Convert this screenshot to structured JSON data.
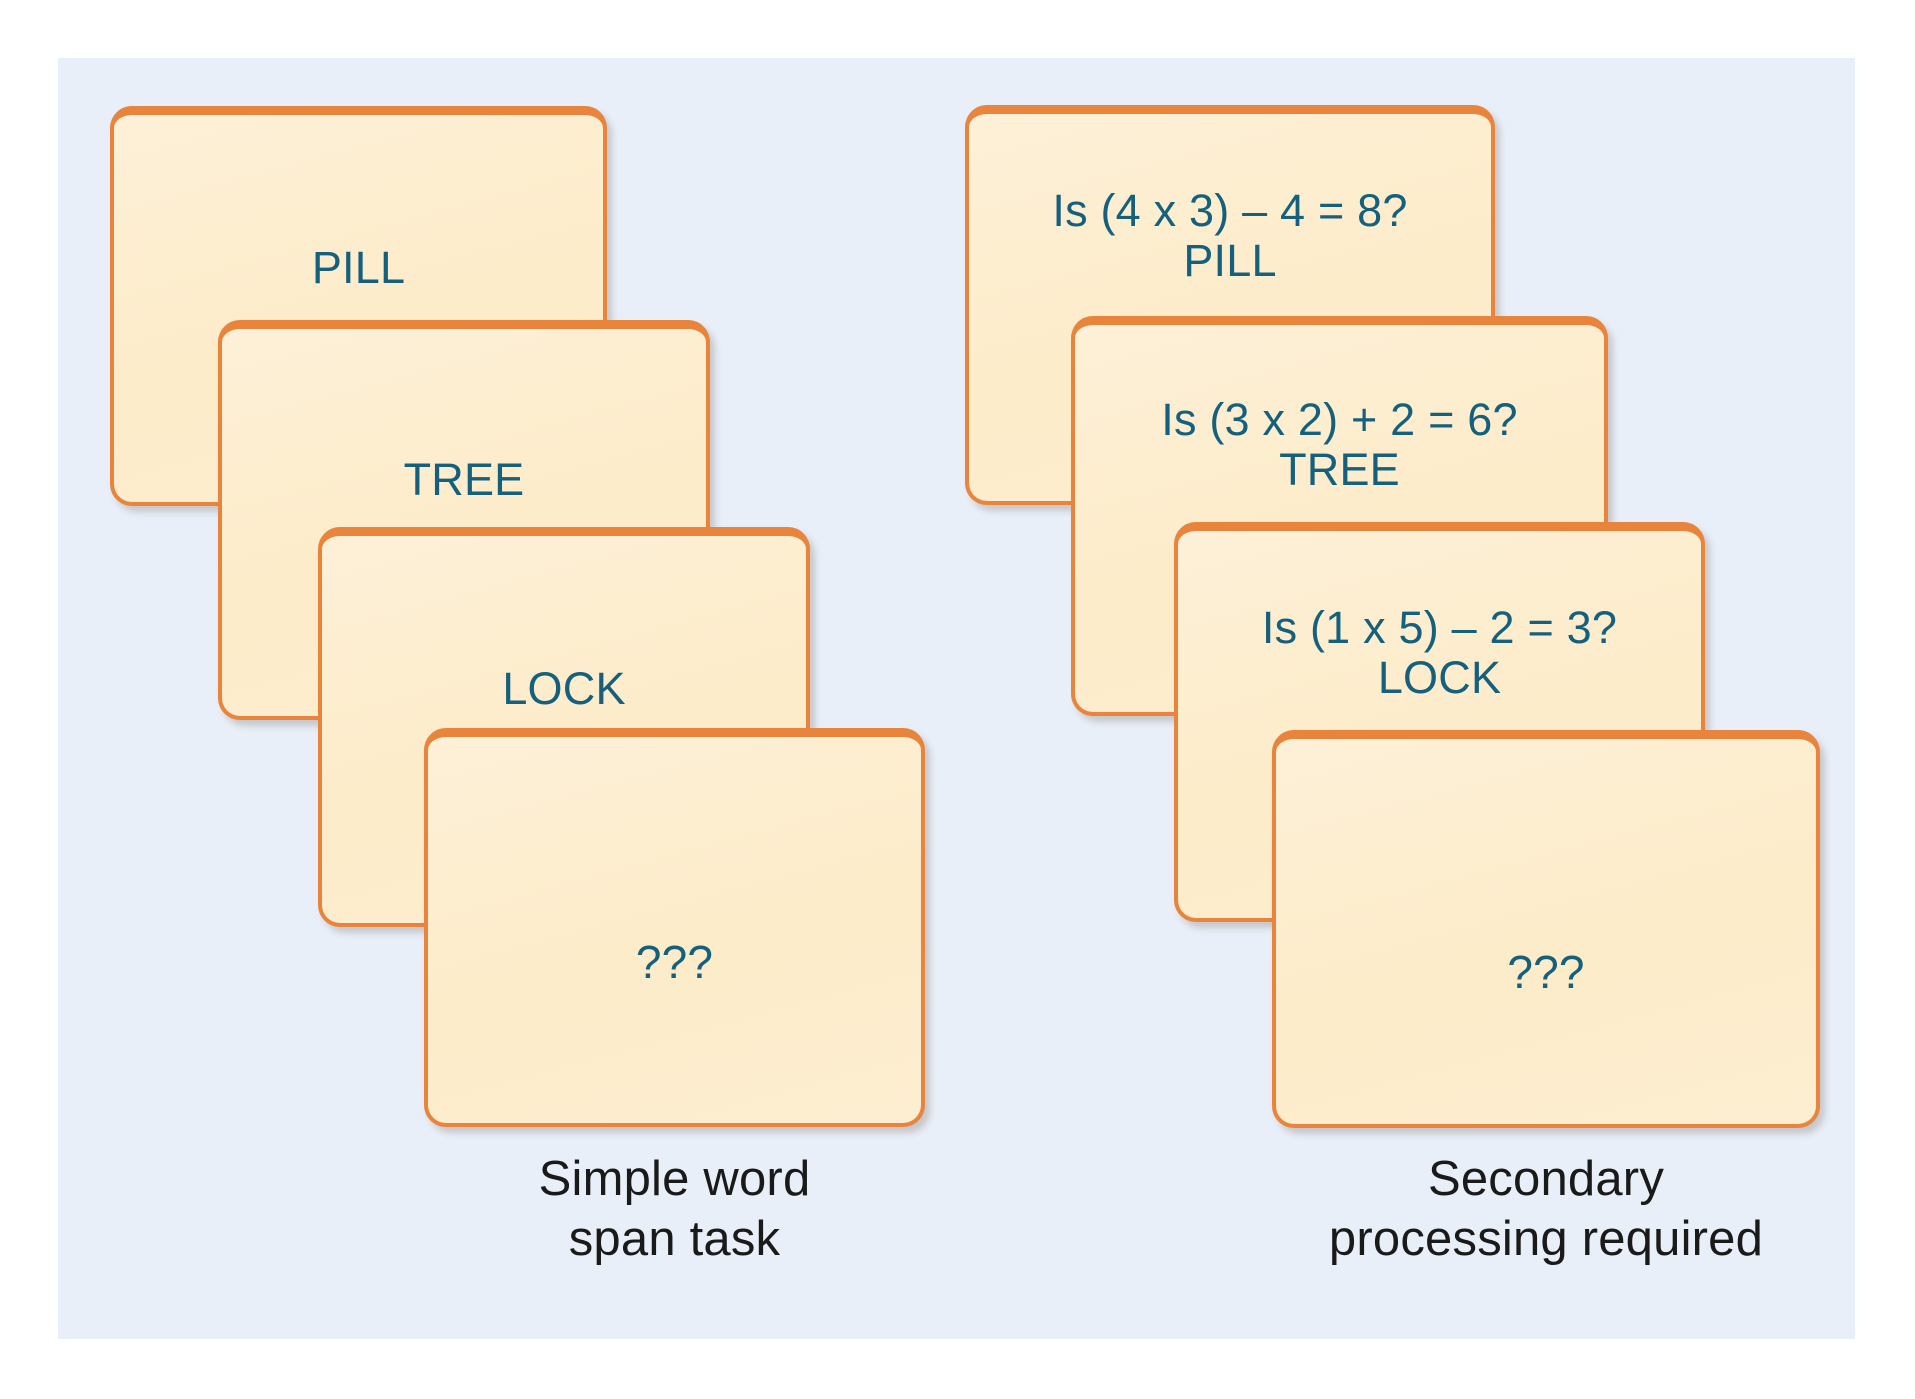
{
  "figure": {
    "background_color": "#ffffff",
    "panel_color": "#e9eff9",
    "card_fill_color": "#fdeed0",
    "card_border_color": "#e8843c",
    "card_text_color": "#15607c",
    "caption_text_color": "#1a1a1a"
  },
  "left_stack": {
    "caption": "Simple word\nspan task",
    "cards": [
      {
        "text": "PILL"
      },
      {
        "text": "TREE"
      },
      {
        "text": "LOCK"
      },
      {
        "text": "???"
      }
    ]
  },
  "right_stack": {
    "caption": "Secondary\nprocessing required",
    "cards": [
      {
        "text": "Is (4 x 3) – 4 = 8?\nPILL"
      },
      {
        "text": "Is (3 x 2) + 2 = 6?\nTREE"
      },
      {
        "text": "Is (1 x 5) – 2 = 3?\nLOCK"
      },
      {
        "text": "???"
      }
    ]
  }
}
